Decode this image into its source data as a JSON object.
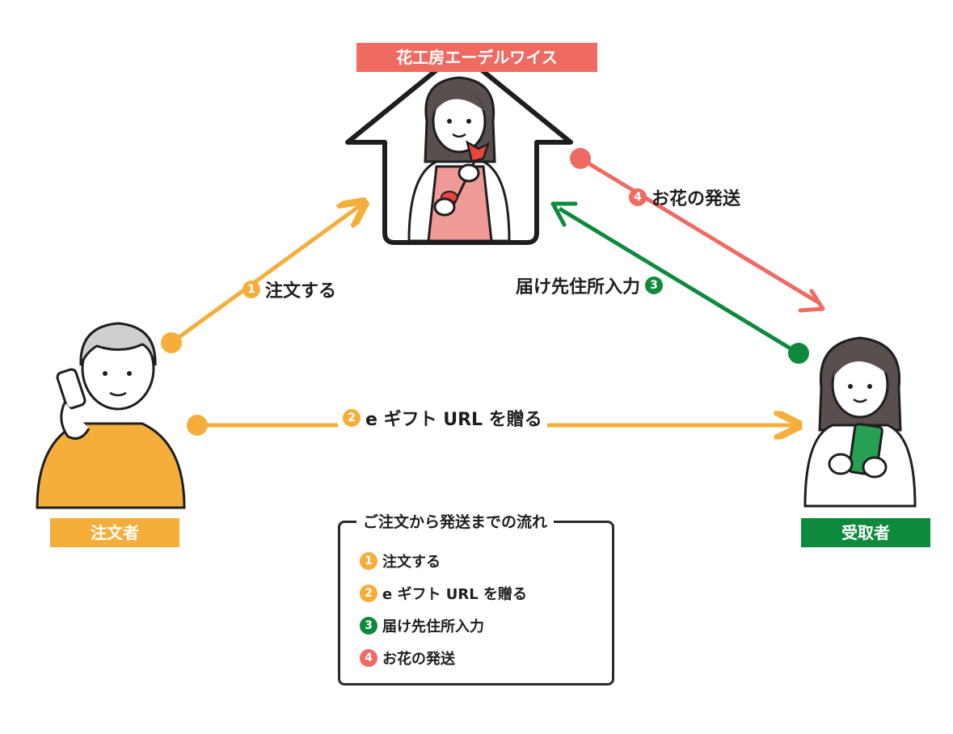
{
  "shop": {
    "name": "花工房エーデルワイス",
    "color": "#ef6b62"
  },
  "orderer": {
    "label": "注文者",
    "color": "#f5ae3a"
  },
  "receiver": {
    "label": "受取者",
    "color": "#0e8a3c"
  },
  "steps": [
    {
      "num": "1",
      "label": "注文する",
      "color": "#f5ae3a"
    },
    {
      "num": "2",
      "label": "e ギフト URL を贈る",
      "color": "#f5ae3a"
    },
    {
      "num": "3",
      "label": "届け先住所入力",
      "color": "#0e8a3c"
    },
    {
      "num": "4",
      "label": "お花の発送",
      "color": "#ef6b62"
    }
  ],
  "legend": {
    "title": "ご注文から発送までの流れ",
    "items": [
      {
        "num": "1",
        "label": "注文する"
      },
      {
        "num": "2",
        "label": "e ギフト URL を贈る"
      },
      {
        "num": "3",
        "label": "届け先住所入力"
      },
      {
        "num": "4",
        "label": "お花の発送"
      }
    ]
  }
}
